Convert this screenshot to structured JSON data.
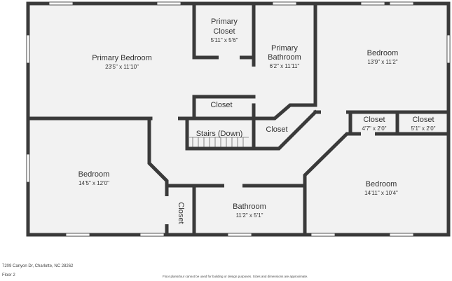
{
  "colors": {
    "wall": "#3a3a3a",
    "floor": "#f2f2f2",
    "text": "#333333",
    "window": "#ffffff"
  },
  "rooms": [
    {
      "id": "primary-bedroom",
      "name": "Primary Bedroom",
      "dims": "23'5\" x 11'10\""
    },
    {
      "id": "primary-closet",
      "name_lines": [
        "Primary",
        "Closet"
      ],
      "dims": "5'11\" x 5'6\""
    },
    {
      "id": "primary-bathroom",
      "name_lines": [
        "Primary",
        "Bathroom"
      ],
      "dims": "6'2\" x 11'11\""
    },
    {
      "id": "bedroom-ne",
      "name": "Bedroom",
      "dims": "13'9\" x 11'2\""
    },
    {
      "id": "closet-hall-1",
      "name": "Closet"
    },
    {
      "id": "stairs",
      "name": "Stairs (Down)"
    },
    {
      "id": "closet-hall-2",
      "name": "Closet"
    },
    {
      "id": "closet-small-1",
      "name": "Closet",
      "dims": "4'7\" x 2'0\""
    },
    {
      "id": "closet-small-2",
      "name": "Closet",
      "dims": "5'1\" x 2'0\""
    },
    {
      "id": "bedroom-sw",
      "name": "Bedroom",
      "dims": "14'5\" x 12'0\""
    },
    {
      "id": "closet-vertical",
      "name": "Closet"
    },
    {
      "id": "bathroom",
      "name": "Bathroom",
      "dims": "11'2\" x 5'1\""
    },
    {
      "id": "bedroom-se",
      "name": "Bedroom",
      "dims": "14'11\" x 10'4\""
    }
  ],
  "footer": {
    "address": "7209 Canyon Dr, Charlotte, NC 28262",
    "floor": "Floor 2",
    "disclaimer": "Floor plans/tour cannot be used for building or design purposes. Sizes and dimensions are approximate."
  }
}
